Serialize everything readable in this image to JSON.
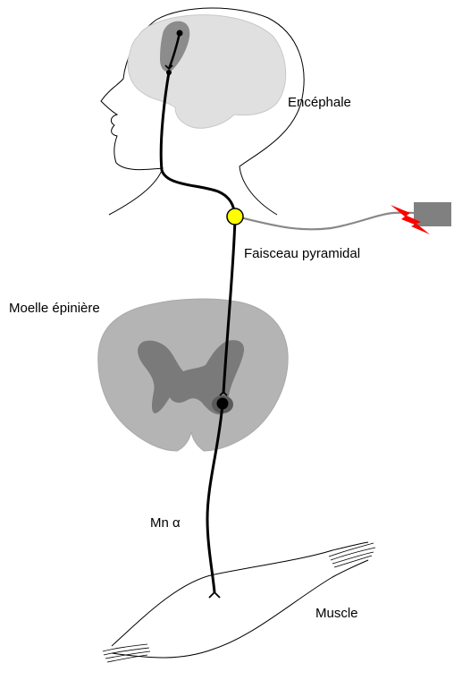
{
  "labels": {
    "brain": "Encéphale",
    "pyramidal_tract": "Faisceau pyramidal",
    "spinal_cord": "Moelle épinière",
    "motor_neuron": "Mn α",
    "muscle": "Muscle"
  },
  "colors": {
    "background": "#ffffff",
    "outline": "#000000",
    "brain_fill": "#e0e0e0",
    "motor_cortex": "#8c8c8c",
    "spinal_white_matter": "#b4b4b4",
    "spinal_grey_matter": "#7a7a7a",
    "stimulation_node": "#ffff00",
    "stimulation_wire": "#888888",
    "lightning": "#ff0000",
    "electrode": "#808080"
  },
  "icons": {
    "stimulator": "lightning-bolt-icon"
  }
}
